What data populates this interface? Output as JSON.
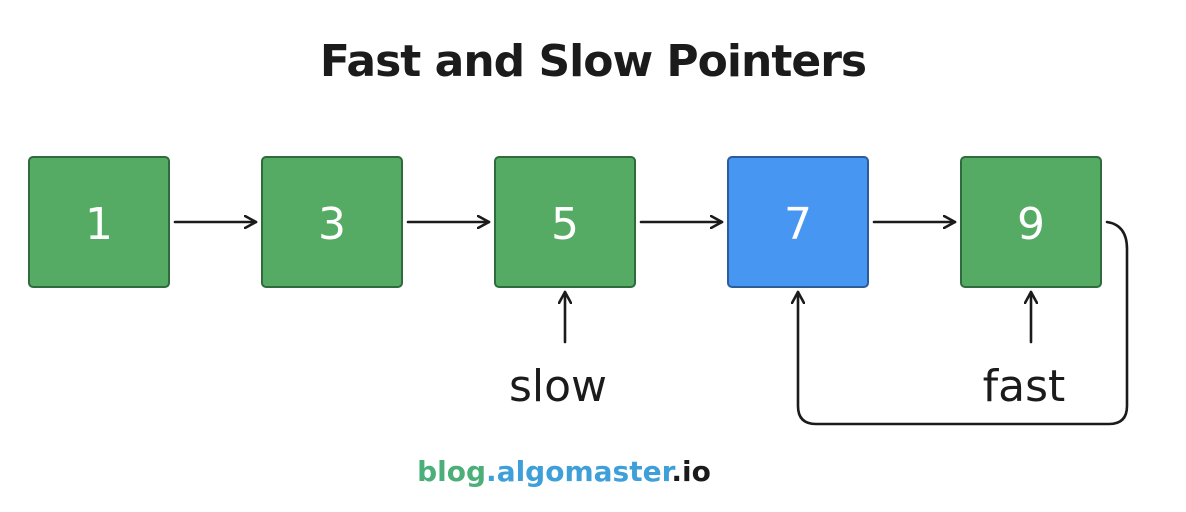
{
  "title": "Fast and Slow Pointers",
  "colors": {
    "node_fill": "#55ab63",
    "node_stroke": "#2f6b3c",
    "highlight_fill": "#4696f2",
    "highlight_stroke": "#2c5c9a",
    "line": "#1b1b1b",
    "watermark_blog": "#4caf7a",
    "watermark_algomaster": "#3f9fd8",
    "watermark_io": "#1b1b1b"
  },
  "nodes": [
    {
      "label": "1",
      "highlight": false
    },
    {
      "label": "3",
      "highlight": false
    },
    {
      "label": "5",
      "highlight": false
    },
    {
      "label": "7",
      "highlight": true
    },
    {
      "label": "9",
      "highlight": false
    }
  ],
  "pointers": {
    "slow": {
      "label": "slow",
      "node_index": 2
    },
    "fast": {
      "label": "fast",
      "node_index": 4
    }
  },
  "cycle": {
    "from_index": 4,
    "to_index": 3
  },
  "watermark": {
    "blog": "blog",
    "dot1": ".",
    "algomaster": "algomaster",
    "dot2": ".",
    "io": "io"
  }
}
